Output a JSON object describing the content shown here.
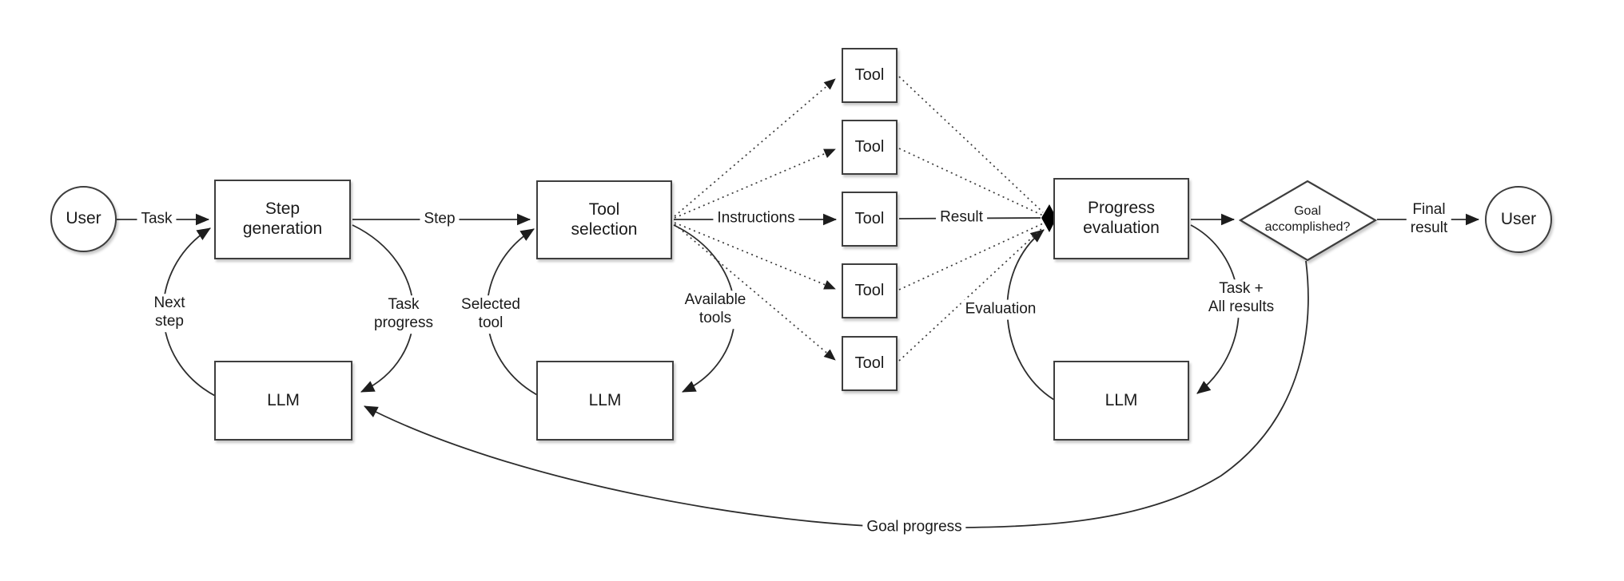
{
  "style": {
    "background": "#ffffff",
    "line_color": "#2d2d2d",
    "box_border_color": "#3e3e3e",
    "text_color": "#1a1a1a",
    "convergence_fill": "#000000"
  },
  "nodes": {
    "user_left": {
      "label": "User"
    },
    "step_generation": {
      "label": "Step\ngeneration"
    },
    "tool_selection": {
      "label": "Tool\nselection"
    },
    "tools": [
      {
        "label": "Tool"
      },
      {
        "label": "Tool"
      },
      {
        "label": "Tool"
      },
      {
        "label": "Tool"
      },
      {
        "label": "Tool"
      }
    ],
    "progress_evaluation": {
      "label": "Progress\nevaluation"
    },
    "llm_step": {
      "label": "LLM"
    },
    "llm_tool": {
      "label": "LLM"
    },
    "llm_eval": {
      "label": "LLM"
    },
    "goal_decision": {
      "label": "Goal\naccomplished?"
    },
    "user_right": {
      "label": "User"
    }
  },
  "edge_labels": {
    "task": "Task",
    "step": "Step",
    "instructions": "Instructions",
    "result": "Result",
    "final_result": "Final\nresult",
    "next_step": "Next\nstep",
    "task_progress": "Task\nprogress",
    "selected_tool": "Selected\ntool",
    "available_tools": "Available\ntools",
    "evaluation": "Evaluation",
    "task_all_results": "Task +\nAll results",
    "goal_progress": "Goal progress"
  }
}
